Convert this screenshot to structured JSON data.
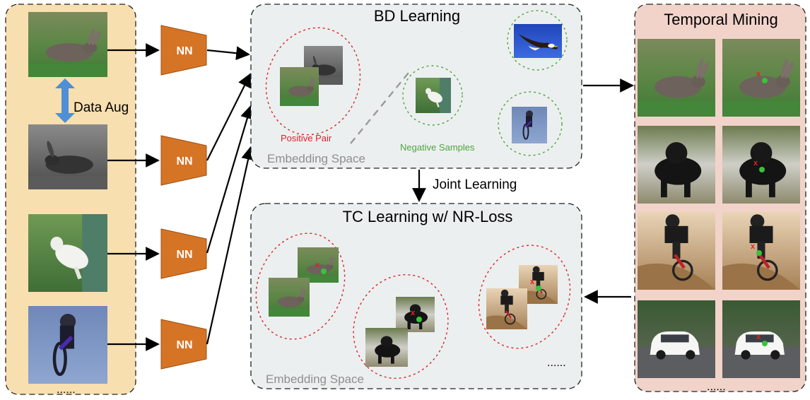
{
  "left_panel": {
    "data_aug_label": "Data Aug",
    "ellipsis": "......",
    "encoder_label": "NN",
    "thumbnails": [
      "rabbit-photo",
      "rabbit-grayscale-photo",
      "goat-photo",
      "bmx-rider-photo"
    ]
  },
  "bd_panel": {
    "title": "BD Learning",
    "positive_pair_label": "Positive Pair",
    "negative_samples_label": "Negative Samples",
    "space_label": "Embedding Space",
    "thumbnails": [
      "rabbit-photo",
      "rabbit-grayscale-photo",
      "goat-photo",
      "eagle-photo",
      "bmx-rider-photo"
    ]
  },
  "joint_label": "Joint Learning",
  "tc_panel": {
    "title": "TC Learning w/ NR-Loss",
    "space_label": "Embedding Space",
    "ellipsis": "......",
    "thumbnails": [
      "rabbit-frame-photo",
      "rabbit-frame-photo",
      "black-dog-frame-photo",
      "black-dog-frame-photo",
      "bmx-frame-photo",
      "bmx-frame-photo"
    ]
  },
  "temporal_panel": {
    "title": "Temporal Mining",
    "ellipsis": "......",
    "frame_rows": [
      "rabbit-frames",
      "black-dog-frames",
      "bmx-frames",
      "car-frames"
    ]
  },
  "colors": {
    "left_panel_bg": "#f8dfb0",
    "temporal_panel_bg": "#f2d3ca",
    "center_panel_bg": "#ecefef",
    "encoder_fill": "#d67426",
    "arrow_blue": "#4f8fd6",
    "positive_red": "#d9242a",
    "negative_green": "#4ca63f",
    "space_gray": "#8f8f8f"
  }
}
